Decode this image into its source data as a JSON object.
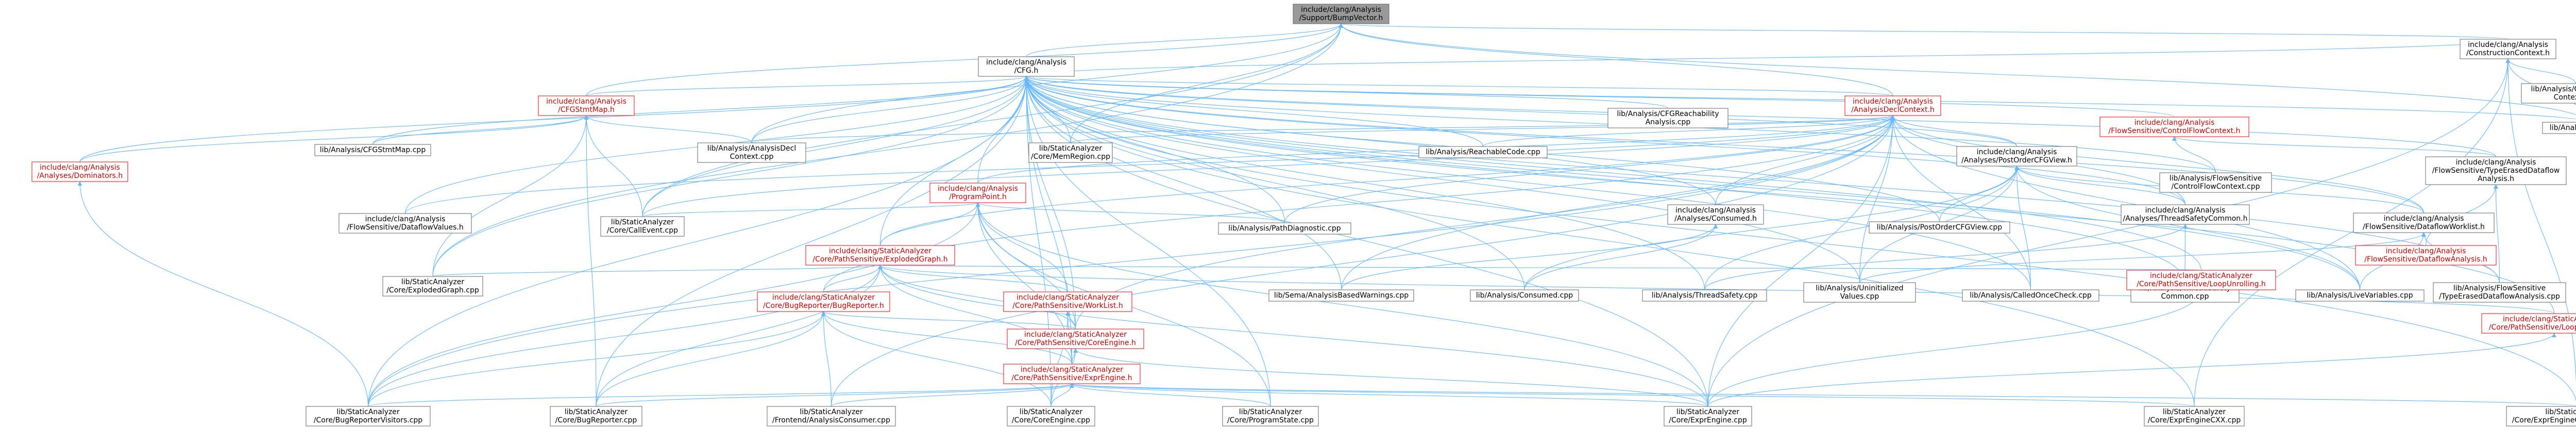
{
  "colors": {
    "root_fill": "#999999",
    "node_fill": "#ffffff",
    "node_border": "#666666",
    "red_border": "#ff0000",
    "edge": "#63b8ff",
    "edge_red": "#cc0000"
  },
  "nodes": [
    {
      "id": "root",
      "lines": [
        "include/clang/Analysis",
        "/Support/BumpVector.h"
      ],
      "kind": "root"
    },
    {
      "id": "cfgh",
      "lines": [
        "include/clang/Analysis",
        "/CFG.h"
      ],
      "kind": "normal"
    },
    {
      "id": "constrh",
      "lines": [
        "include/clang/Analysis",
        "/ConstructionContext.h"
      ],
      "kind": "normal"
    },
    {
      "id": "constrcpp",
      "lines": [
        "lib/Analysis/Construction",
        "Context.cpp"
      ],
      "kind": "normal"
    },
    {
      "id": "cfgcpp",
      "lines": [
        "lib/Analysis/CFG.cpp"
      ],
      "kind": "normal"
    },
    {
      "id": "cfgstmtmaph",
      "lines": [
        "include/clang/Analysis",
        "/CFGStmtMap.h"
      ],
      "kind": "red"
    },
    {
      "id": "adch",
      "lines": [
        "include/clang/Analysis",
        "/AnalysisDeclContext.h"
      ],
      "kind": "red"
    },
    {
      "id": "cfgreach",
      "lines": [
        "lib/Analysis/CFGReachability",
        "Analysis.cpp"
      ],
      "kind": "normal"
    },
    {
      "id": "fscfch",
      "lines": [
        "include/clang/Analysis",
        "/FlowSensitive/ControlFlowContext.h"
      ],
      "kind": "red"
    },
    {
      "id": "dominatorsh",
      "lines": [
        "include/clang/Analysis",
        "/Analyses/Dominators.h"
      ],
      "kind": "red"
    },
    {
      "id": "cfgstmtmapcpp",
      "lines": [
        "lib/Analysis/CFGStmtMap.cpp"
      ],
      "kind": "normal"
    },
    {
      "id": "adccpp",
      "lines": [
        "lib/Analysis/AnalysisDecl",
        "Context.cpp"
      ],
      "kind": "normal"
    },
    {
      "id": "memregion",
      "lines": [
        "lib/StaticAnalyzer",
        "/Core/MemRegion.cpp"
      ],
      "kind": "normal"
    },
    {
      "id": "reachcode",
      "lines": [
        "lib/Analysis/ReachableCode.cpp"
      ],
      "kind": "normal"
    },
    {
      "id": "poch",
      "lines": [
        "include/clang/Analysis",
        "/Analyses/PostOrderCFGView.h"
      ],
      "kind": "normal"
    },
    {
      "id": "fscfccpp",
      "lines": [
        "lib/Analysis/FlowSensitive",
        "/ControlFlowContext.cpp"
      ],
      "kind": "normal"
    },
    {
      "id": "typeerasedh",
      "lines": [
        "include/clang/Analysis",
        "/FlowSensitive/TypeErasedDataflow",
        "Analysis.h"
      ],
      "kind": "normal"
    },
    {
      "id": "programpointh",
      "lines": [
        "include/clang/Analysis",
        "/ProgramPoint.h"
      ],
      "kind": "red"
    },
    {
      "id": "fsdatavals",
      "lines": [
        "include/clang/Analysis",
        "/FlowSensitive/DataflowValues.h"
      ],
      "kind": "normal"
    },
    {
      "id": "callevent",
      "lines": [
        "lib/StaticAnalyzer",
        "/Core/CallEvent.cpp"
      ],
      "kind": "normal"
    },
    {
      "id": "pathdiag",
      "lines": [
        "lib/Analysis/PathDiagnostic.cpp"
      ],
      "kind": "normal"
    },
    {
      "id": "consumedh",
      "lines": [
        "include/clang/Analysis",
        "/Analyses/Consumed.h"
      ],
      "kind": "normal"
    },
    {
      "id": "pocfgcpp",
      "lines": [
        "lib/Analysis/PostOrderCFGView.cpp"
      ],
      "kind": "normal"
    },
    {
      "id": "tscommonh",
      "lines": [
        "include/clang/Analysis",
        "/Analyses/ThreadSafetyCommon.h"
      ],
      "kind": "normal"
    },
    {
      "id": "worklisth",
      "lines": [
        "include/clang/Analysis",
        "/FlowSensitive/DataflowWorklist.h"
      ],
      "kind": "normal"
    },
    {
      "id": "fsanalysish",
      "lines": [
        "include/clang/Analysis",
        "/FlowSensitive/DataflowAnalysis.h"
      ],
      "kind": "red"
    },
    {
      "id": "explodedgraphh",
      "lines": [
        "include/clang/StaticAnalyzer",
        "/Core/PathSensitive/ExplodedGraph.h"
      ],
      "kind": "red"
    },
    {
      "id": "explodedgraphcpp",
      "lines": [
        "lib/StaticAnalyzer",
        "/Core/ExplodedGraph.cpp"
      ],
      "kind": "normal"
    },
    {
      "id": "analysisbased",
      "lines": [
        "lib/Sema/AnalysisBasedWarnings.cpp"
      ],
      "kind": "normal"
    },
    {
      "id": "consumedcpp",
      "lines": [
        "lib/Analysis/Consumed.cpp"
      ],
      "kind": "normal"
    },
    {
      "id": "tscpp",
      "lines": [
        "lib/Analysis/ThreadSafety.cpp"
      ],
      "kind": "normal"
    },
    {
      "id": "uninit",
      "lines": [
        "lib/Analysis/Uninitialized",
        "Values.cpp"
      ],
      "kind": "normal"
    },
    {
      "id": "calledonce",
      "lines": [
        "lib/Analysis/CalledOnceCheck.cpp"
      ],
      "kind": "normal"
    },
    {
      "id": "tscommoncpp",
      "lines": [
        "lib/Analysis/ThreadSafety",
        "Common.cpp"
      ],
      "kind": "normal"
    },
    {
      "id": "livevars",
      "lines": [
        "lib/Analysis/LiveVariables.cpp"
      ],
      "kind": "normal"
    },
    {
      "id": "typeerasedcpp",
      "lines": [
        "lib/Analysis/FlowSensitive",
        "/TypeErasedDataflowAnalysis.cpp"
      ],
      "kind": "normal"
    },
    {
      "id": "looploh",
      "lines": [
        "include/clang/StaticAnalyzer",
        "/Core/PathSensitive/LoopUnrolling.h"
      ],
      "kind": "red"
    },
    {
      "id": "loopwidh",
      "lines": [
        "include/clang/StaticAnalyzer",
        "/Core/PathSensitive/LoopWidening.h"
      ],
      "kind": "red"
    },
    {
      "id": "bugreporterh",
      "lines": [
        "include/clang/StaticAnalyzer",
        "/Core/BugReporter/BugReporter.h"
      ],
      "kind": "red"
    },
    {
      "id": "worklistpsh",
      "lines": [
        "include/clang/StaticAnalyzer",
        "/Core/PathSensitive/WorkList.h"
      ],
      "kind": "red"
    },
    {
      "id": "coreengineh",
      "lines": [
        "include/clang/StaticAnalyzer",
        "/Core/PathSensitive/CoreEngine.h"
      ],
      "kind": "red"
    },
    {
      "id": "exprengineh",
      "lines": [
        "include/clang/StaticAnalyzer",
        "/Core/PathSensitive/ExprEngine.h"
      ],
      "kind": "red"
    },
    {
      "id": "bugvisitors",
      "lines": [
        "lib/StaticAnalyzer",
        "/Core/BugReporterVisitors.cpp"
      ],
      "kind": "normal"
    },
    {
      "id": "bugreportercpp",
      "lines": [
        "lib/StaticAnalyzer",
        "/Core/BugReporter.cpp"
      ],
      "kind": "normal"
    },
    {
      "id": "frontendconsumer",
      "lines": [
        "lib/StaticAnalyzer",
        "/Frontend/AnalysisConsumer.cpp"
      ],
      "kind": "normal"
    },
    {
      "id": "coreenginecpp",
      "lines": [
        "lib/StaticAnalyzer",
        "/Core/CoreEngine.cpp"
      ],
      "kind": "normal"
    },
    {
      "id": "programstate",
      "lines": [
        "lib/StaticAnalyzer",
        "/Core/ProgramState.cpp"
      ],
      "kind": "normal"
    },
    {
      "id": "exprenginecpp",
      "lines": [
        "lib/StaticAnalyzer",
        "/Core/ExprEngine.cpp"
      ],
      "kind": "normal"
    },
    {
      "id": "exprenginecxx",
      "lines": [
        "lib/StaticAnalyzer",
        "/Core/ExprEngineCXX.cpp"
      ],
      "kind": "normal"
    },
    {
      "id": "exprenginecall",
      "lines": [
        "lib/StaticAnalyzer",
        "/Core/ExprEngineCallAndReturn.cpp"
      ],
      "kind": "normal"
    }
  ],
  "edges": [
    [
      "cfgh",
      "root"
    ],
    [
      "constrh",
      "root"
    ],
    [
      "cfgstmtmaph",
      "root"
    ],
    [
      "adch",
      "root"
    ],
    [
      "callevent",
      "root"
    ],
    [
      "memregion",
      "root"
    ],
    [
      "adccpp",
      "root"
    ],
    [
      "explodedgraphcpp",
      "root"
    ],
    [
      "cfgcpp",
      "root"
    ],
    [
      "cfgh",
      "constrh"
    ],
    [
      "constrcpp",
      "constrh"
    ],
    [
      "cfgcpp",
      "constrh"
    ],
    [
      "exprenginecpp",
      "constrh"
    ],
    [
      "exprenginecxx",
      "constrh"
    ],
    [
      "exprenginecall",
      "constrh"
    ],
    [
      "cfgstmtmaph",
      "cfgh"
    ],
    [
      "adch",
      "cfgh"
    ],
    [
      "cfgreach",
      "cfgh"
    ],
    [
      "fscfch",
      "cfgh"
    ],
    [
      "dominatorsh",
      "cfgh"
    ],
    [
      "cfgcpp",
      "cfgh"
    ],
    [
      "cfgstmtmapcpp",
      "cfgh"
    ],
    [
      "adccpp",
      "cfgh"
    ],
    [
      "memregion",
      "cfgh"
    ],
    [
      "reachcode",
      "cfgh"
    ],
    [
      "poch",
      "cfgh"
    ],
    [
      "fscfccpp",
      "cfgh"
    ],
    [
      "typeerasedh",
      "cfgh"
    ],
    [
      "programpointh",
      "cfgh"
    ],
    [
      "fsdatavals",
      "cfgh"
    ],
    [
      "callevent",
      "cfgh"
    ],
    [
      "pathdiag",
      "cfgh"
    ],
    [
      "consumedh",
      "cfgh"
    ],
    [
      "pocfgcpp",
      "cfgh"
    ],
    [
      "tscommonh",
      "cfgh"
    ],
    [
      "worklisth",
      "cfgh"
    ],
    [
      "explodedgraphh",
      "cfgh"
    ],
    [
      "explodedgraphcpp",
      "cfgh"
    ],
    [
      "analysisbased",
      "cfgh"
    ],
    [
      "consumedcpp",
      "cfgh"
    ],
    [
      "tscpp",
      "cfgh"
    ],
    [
      "uninit",
      "cfgh"
    ],
    [
      "calledonce",
      "cfgh"
    ],
    [
      "tscommoncpp",
      "cfgh"
    ],
    [
      "livevars",
      "cfgh"
    ],
    [
      "typeerasedcpp",
      "cfgh"
    ],
    [
      "looploh",
      "cfgh"
    ],
    [
      "loopwidh",
      "cfgh"
    ],
    [
      "bugvisitors",
      "cfgh"
    ],
    [
      "bugreportercpp",
      "cfgh"
    ],
    [
      "coreenginecpp",
      "cfgh"
    ],
    [
      "programstate",
      "cfgh"
    ],
    [
      "exprenginecpp",
      "cfgh"
    ],
    [
      "exprenginecxx",
      "cfgh"
    ],
    [
      "exprenginecall",
      "cfgh"
    ],
    [
      "coreengineh",
      "cfgh"
    ],
    [
      "exprengineh",
      "cfgh"
    ],
    [
      "cfgstmtmapcpp",
      "cfgstmtmaph"
    ],
    [
      "adccpp",
      "cfgstmtmaph"
    ],
    [
      "dominatorsh",
      "cfgstmtmaph"
    ],
    [
      "explodedgraphcpp",
      "cfgstmtmaph"
    ],
    [
      "bugreportercpp",
      "cfgstmtmaph"
    ],
    [
      "callevent",
      "cfgstmtmaph"
    ],
    [
      "programpointh",
      "adch"
    ],
    [
      "poch",
      "adch"
    ],
    [
      "reachcode",
      "adch"
    ],
    [
      "adccpp",
      "adch"
    ],
    [
      "memregion",
      "adch"
    ],
    [
      "pathdiag",
      "adch"
    ],
    [
      "consumedh",
      "adch"
    ],
    [
      "tscommonh",
      "adch"
    ],
    [
      "worklisth",
      "adch"
    ],
    [
      "explodedgraphh",
      "adch"
    ],
    [
      "analysisbased",
      "adch"
    ],
    [
      "uninit",
      "adch"
    ],
    [
      "calledonce",
      "adch"
    ],
    [
      "livevars",
      "adch"
    ],
    [
      "bugreporterh",
      "adch"
    ],
    [
      "coreengineh",
      "adch"
    ],
    [
      "frontendconsumer",
      "adch"
    ],
    [
      "bugvisitors",
      "adch"
    ],
    [
      "exprenginecpp",
      "adch"
    ],
    [
      "callevent",
      "adch"
    ],
    [
      "fsdatavals",
      "adch"
    ],
    [
      "fscfccpp",
      "fscfch"
    ],
    [
      "typeerasedh",
      "fscfch"
    ],
    [
      "fsanalysish",
      "typeerasedh"
    ],
    [
      "typeerasedcpp",
      "typeerasedh"
    ],
    [
      "bugvisitors",
      "dominatorsh"
    ],
    [
      "pocfgcpp",
      "poch"
    ],
    [
      "tscommonh",
      "poch"
    ],
    [
      "worklisth",
      "poch"
    ],
    [
      "consumedcpp",
      "poch"
    ],
    [
      "tscpp",
      "poch"
    ],
    [
      "uninit",
      "poch"
    ],
    [
      "calledonce",
      "poch"
    ],
    [
      "livevars",
      "poch"
    ],
    [
      "pathdiag",
      "programpointh"
    ],
    [
      "explodedgraphh",
      "programpointh"
    ],
    [
      "callevent",
      "programpointh"
    ],
    [
      "worklistpsh",
      "programpointh"
    ],
    [
      "coreengineh",
      "programpointh"
    ],
    [
      "bugvisitors",
      "programpointh"
    ],
    [
      "exprenginecpp",
      "programpointh"
    ],
    [
      "programstate",
      "programpointh"
    ],
    [
      "exprengineh",
      "programpointh"
    ],
    [
      "analysisbased",
      "consumedh"
    ],
    [
      "consumedcpp",
      "consumedh"
    ],
    [
      "tscpp",
      "tscommonh"
    ],
    [
      "tscommoncpp",
      "tscommonh"
    ],
    [
      "livevars",
      "worklisth"
    ],
    [
      "typeerasedcpp",
      "worklisth"
    ],
    [
      "uninit",
      "worklisth"
    ],
    [
      "bugreporterh",
      "explodedgraphh"
    ],
    [
      "worklistpsh",
      "explodedgraphh"
    ],
    [
      "explodedgraphcpp",
      "explodedgraphh"
    ],
    [
      "coreengineh",
      "explodedgraphh"
    ],
    [
      "exprengineh",
      "explodedgraphh"
    ],
    [
      "bugvisitors",
      "explodedgraphh"
    ],
    [
      "bugreportercpp",
      "explodedgraphh"
    ],
    [
      "exprenginecpp",
      "explodedgraphh"
    ],
    [
      "looploh",
      "explodedgraphh"
    ],
    [
      "loopwidh",
      "explodedgraphh"
    ],
    [
      "coreengineh",
      "bugreporterh"
    ],
    [
      "bugvisitors",
      "bugreporterh"
    ],
    [
      "bugreportercpp",
      "bugreporterh"
    ],
    [
      "frontendconsumer",
      "bugreporterh"
    ],
    [
      "coreenginecpp",
      "bugreporterh"
    ],
    [
      "exprengineh",
      "bugreporterh"
    ],
    [
      "coreengineh",
      "worklistpsh"
    ],
    [
      "coreenginecpp",
      "worklistpsh"
    ],
    [
      "exprengineh",
      "worklistpsh"
    ],
    [
      "exprengineh",
      "coreengineh"
    ],
    [
      "coreenginecpp",
      "coreengineh"
    ],
    [
      "exprenginecpp",
      "coreengineh"
    ],
    [
      "bugvisitors",
      "exprengineh"
    ],
    [
      "bugreportercpp",
      "exprengineh"
    ],
    [
      "frontendconsumer",
      "exprengineh"
    ],
    [
      "coreenginecpp",
      "exprengineh"
    ],
    [
      "programstate",
      "exprengineh"
    ],
    [
      "exprenginecpp",
      "exprengineh"
    ],
    [
      "exprenginecxx",
      "exprengineh"
    ],
    [
      "exprenginecall",
      "exprengineh"
    ],
    [
      "exprenginecpp",
      "looploh"
    ],
    [
      "exprenginecpp",
      "loopwidh"
    ]
  ]
}
